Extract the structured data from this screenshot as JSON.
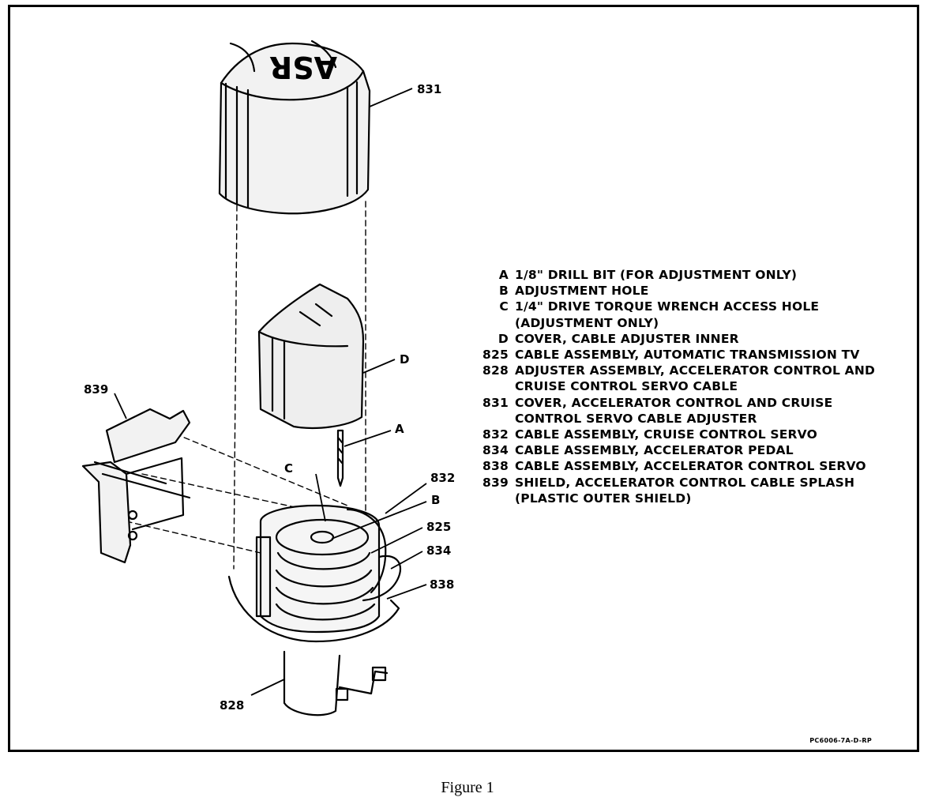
{
  "callouts": {
    "c831": "831",
    "d": "D",
    "a": "A",
    "c839": "839",
    "c832": "832",
    "b": "B",
    "c": "C",
    "c825": "825",
    "c834": "834",
    "c838": "838",
    "c828": "828"
  },
  "cover_text": "ASR",
  "legend": [
    {
      "code": "A",
      "lines": [
        "1/8\" DRILL BIT (FOR ADJUSTMENT ONLY)"
      ]
    },
    {
      "code": "B",
      "lines": [
        "ADJUSTMENT HOLE"
      ]
    },
    {
      "code": "C",
      "lines": [
        "1/4\" DRIVE TORQUE WRENCH ACCESS HOLE",
        "(ADJUSTMENT ONLY)"
      ]
    },
    {
      "code": "D",
      "lines": [
        "COVER, CABLE ADJUSTER INNER"
      ]
    },
    {
      "code": "825",
      "lines": [
        "CABLE ASSEMBLY, AUTOMATIC TRANSMISSION TV"
      ]
    },
    {
      "code": "828",
      "lines": [
        "ADJUSTER ASSEMBLY, ACCELERATOR CONTROL AND",
        "CRUISE CONTROL SERVO CABLE"
      ]
    },
    {
      "code": "831",
      "lines": [
        "COVER, ACCELERATOR CONTROL AND CRUISE",
        "CONTROL SERVO CABLE ADJUSTER"
      ]
    },
    {
      "code": "832",
      "lines": [
        "CABLE ASSEMBLY, CRUISE CONTROL SERVO"
      ]
    },
    {
      "code": "834",
      "lines": [
        "CABLE ASSEMBLY, ACCELERATOR PEDAL"
      ]
    },
    {
      "code": "838",
      "lines": [
        "CABLE ASSEMBLY, ACCELERATOR CONTROL SERVO"
      ]
    },
    {
      "code": "839",
      "lines": [
        "SHIELD, ACCELERATOR CONTROL CABLE SPLASH",
        "(PLASTIC OUTER SHIELD)"
      ]
    }
  ],
  "reference_code": "PC6006-7A-D-RP",
  "caption": "Figure 1"
}
